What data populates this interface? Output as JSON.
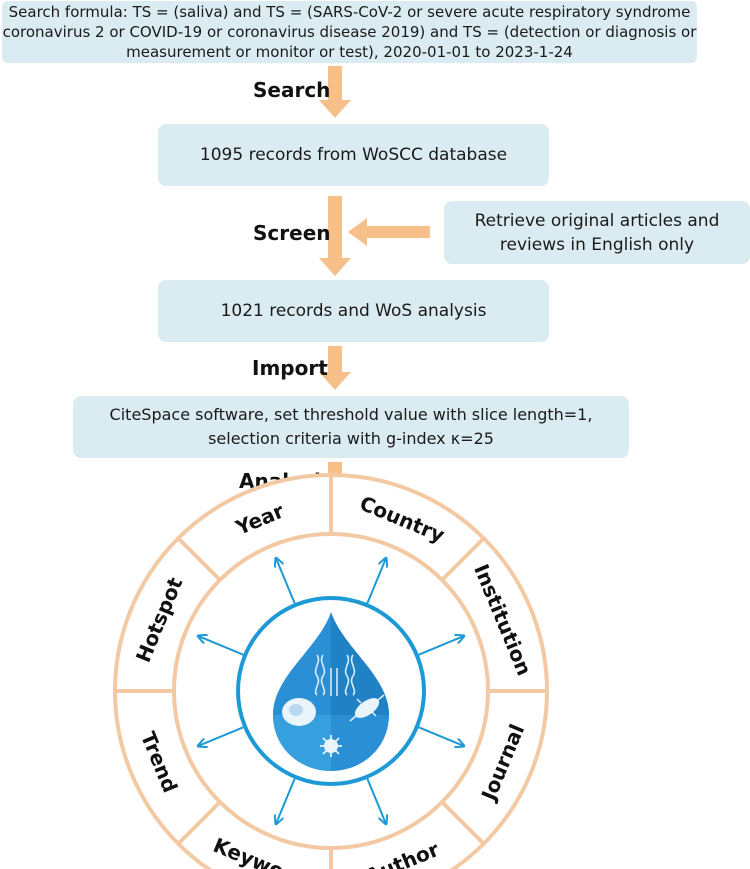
{
  "search_formula": {
    "line1": "Search formula: TS = (saliva) and TS = (SARS-CoV-2 or severe acute respiratory syndrome",
    "line2": "coronavirus 2 or COVID-19 or coronavirus disease 2019) and TS = (detection or diagnosis or",
    "line3": "measurement or monitor or test), 2020-01-01 to 2023-1-24"
  },
  "steps": {
    "search": "Search",
    "screen": "Screen",
    "import": "Import",
    "analysis": "Analysis"
  },
  "boxes": {
    "records_woscc": "1095 records from WoSCC database",
    "retrieve_line1": "Retrieve original articles and",
    "retrieve_line2": "reviews in English only",
    "records_wos": "1021 records and WoS analysis",
    "citespace_line1": "CiteSpace software, set threshold value with slice length=1,",
    "citespace_line2": "selection criteria with g-index κ=25"
  },
  "wheel_segments": [
    "Year",
    "Country",
    "Institution",
    "Journal",
    "Author",
    "Keyword",
    "Trend",
    "Hotspot"
  ],
  "colors": {
    "box_fill": "#daebf2",
    "arrow_orange": "#f7bf8a",
    "ring_border": "#f3c9a3",
    "inner_blue": "#1d9ad6",
    "drop_blue": "#2a8fd4"
  }
}
